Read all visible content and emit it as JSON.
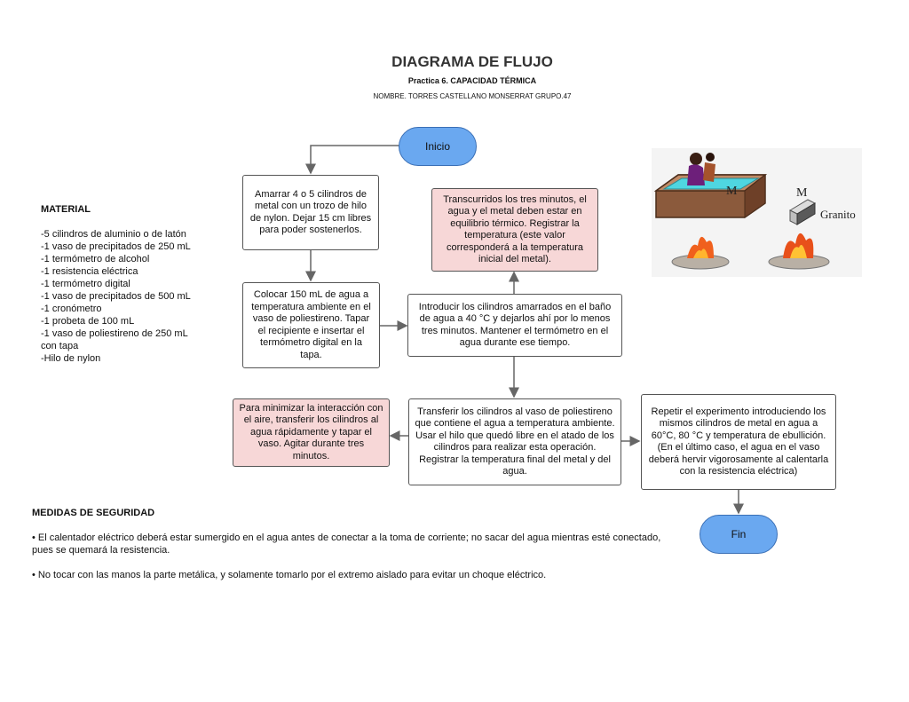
{
  "header": {
    "title": "DIAGRAMA DE FLUJO",
    "subtitle": "Practica 6. CAPACIDAD TÉRMICA",
    "author": "NOMBRE. TORRES CASTELLANO MONSERRAT   GRUPO.47"
  },
  "material": {
    "heading": "MATERIAL",
    "items": [
      "-5 cilindros de aluminio o de latón",
      "-1 vaso de precipitados de 250 mL",
      "-1 termómetro de alcohol",
      "-1 resistencia eléctrica",
      "-1 termómetro digital",
      "-1 vaso de precipitados de 500 mL",
      "-1 cronómetro",
      "-1 probeta de 100 mL",
      "-1 vaso de poliestireno de 250 mL",
      "con  tapa",
      "-Hilo de nylon"
    ]
  },
  "flow": {
    "start": "Inicio",
    "end": "Fin",
    "step1": "Amarrar 4 o 5 cilindros de metal con un trozo de hilo de nylon. Dejar 15 cm libres  para poder sostenerlos.",
    "step2": "Colocar 150 mL de agua a temperatura ambiente en el vaso de poliestireno.  Tapar  el recipiente e insertar el termómetro digital en la tapa.",
    "step3": "Introducir los cilindros amarrados en el baño de agua a 40 °C y dejarlos ahí por  lo menos tres minutos. Mantener el termómetro en el agua durante ese tiempo.",
    "step4": "Transcurridos los tres minutos, el agua y el metal deben estar en equilibrio térmico.  Registrar la temperatura (este valor corresponderá a la temperatura inicial del  metal).",
    "step5": "Transferir los cilindros al vaso de poliestireno que contiene el agua a temperatura  ambiente. Usar el hilo que quedó libre en el atado de los cilindros para realizar esta  operación.  Registrar la temperatura  final del metal y del agua.",
    "step6": "Para minimizar la interacción con el aire, transferir los cilindros al agua  rápidamente y tapar el vaso. Agitar durante tres minutos.",
    "step7": "Repetir el experimento introduciendo los mismos cilindros de metal en agua  a  60°C, 80 °C y temperatura de ebullición. (En el último caso, el agua en el vaso  deberá hervir vigorosamente al calentarla con la resistencia eléctrica)"
  },
  "illustration": {
    "label_m1": "M",
    "label_m2": "M",
    "label_granite": "Granito"
  },
  "safety": {
    "heading": "MEDIDAS DE SEGURIDAD",
    "items": [
      "• El calentador eléctrico deberá estar sumergido en el agua antes de conectar a la  toma de corriente; no sacar del agua mientras esté conectado, pues se quemará la  resistencia.",
      "• No tocar con las manos la parte metálica, y solamente tomarlo por el extremo  aislado para evitar un choque eléctrico."
    ]
  }
}
